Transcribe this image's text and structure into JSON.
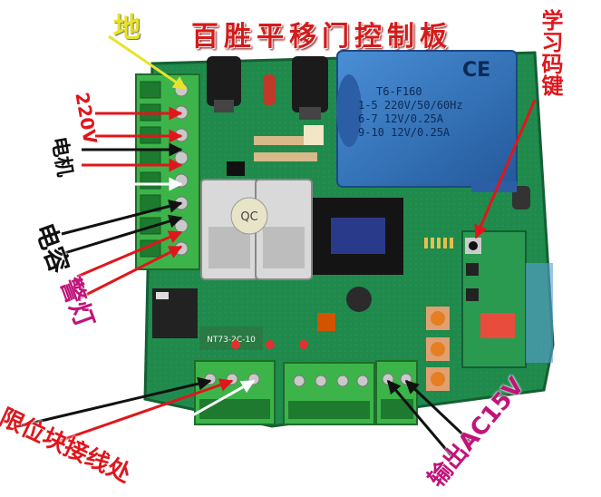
{
  "title": "百胜平移门控制板",
  "labels": {
    "ground": "地",
    "v220": "220V",
    "motor": "电机",
    "capacitor": "电容",
    "warning_light": "警灯",
    "learn_key": "学习码键",
    "limit_block": "限位块接线处",
    "output_ac": "输出AC15V"
  },
  "transformer": {
    "model": "T6-F160",
    "line1": "1-5  220V/50/60Hz",
    "line2": "6-7  12V/0.25A",
    "line3": "9-10  12V/0.25A",
    "mark": "CE"
  },
  "relay_text": "NT73-2C-10",
  "qc_sticker": "QC",
  "colors": {
    "pcb_green": "#1f8a4c",
    "terminal_green": "#3cb44a",
    "label_red": "#e0161c",
    "label_magenta": "#c0147a",
    "label_black": "#111111",
    "ground_yellow": "#e8e22a",
    "transformer_blue": "#2f71b9"
  }
}
